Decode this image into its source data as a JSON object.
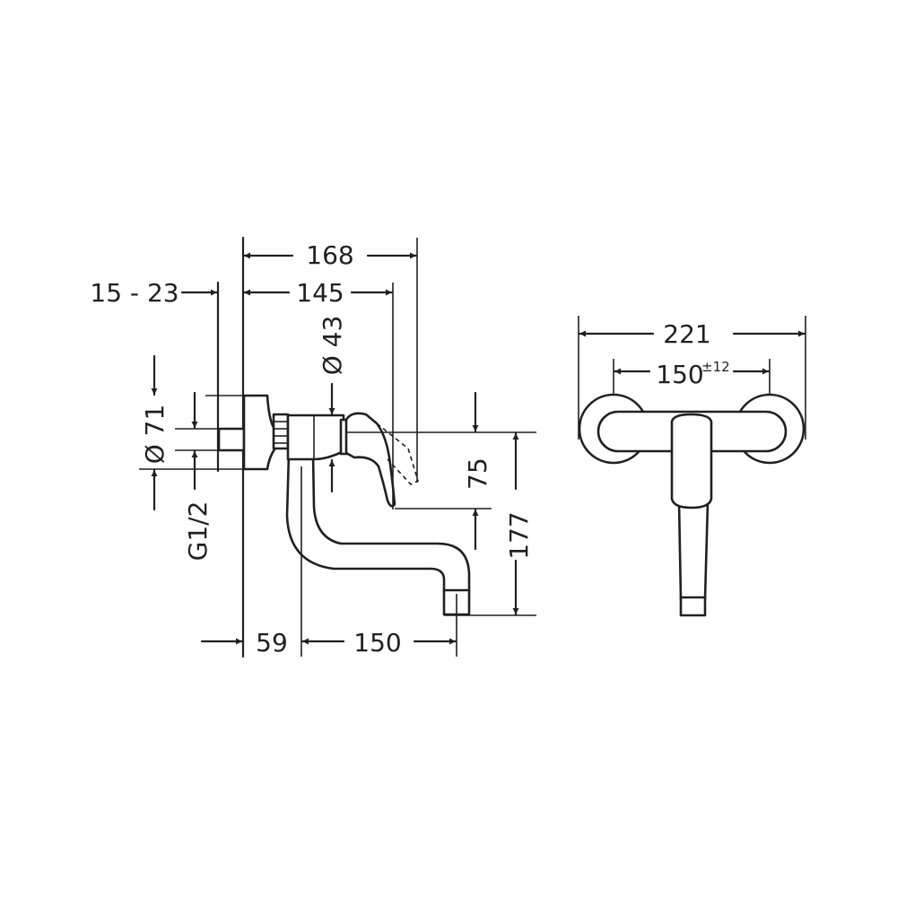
{
  "dimensions": {
    "d168": "168",
    "d145": "145",
    "d15_23": "15 - 23",
    "d43": "Ø 43",
    "d71": "Ø 71",
    "g12": "G1/2",
    "d75": "75",
    "d177": "177",
    "d59": "59",
    "d150_bottom": "150",
    "d221": "221",
    "d150_front": "150",
    "d150_front_tol": "±12"
  }
}
